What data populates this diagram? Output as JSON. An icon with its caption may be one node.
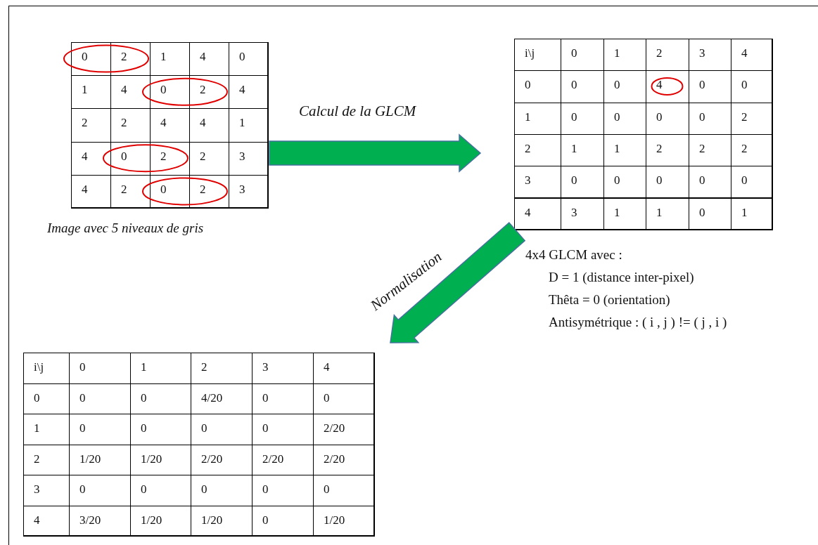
{
  "diagram": {
    "nodes": [
      {
        "text": [
          "0",
          "2",
          "1",
          "4",
          "0",
          "1",
          "4",
          "0",
          "2",
          "4",
          "2",
          "2",
          "4",
          "4",
          "1",
          "4",
          "0",
          "2",
          "2",
          "3",
          "4",
          "2",
          "0",
          "2",
          "3"
        ],
        "beside": [
          "Image avec 5 niveaux de gris"
        ]
      },
      {
        "text": [
          "i\\j",
          "0",
          "1",
          "2",
          "3",
          "4",
          "0",
          "0",
          "0",
          "4",
          "0",
          "0",
          "1",
          "0",
          "0",
          "0",
          "0",
          "2",
          "2",
          "1",
          "1",
          "2",
          "2",
          "2",
          "3",
          "0",
          "0",
          "0",
          "0",
          "0",
          "4",
          "3",
          "1",
          "1",
          "0",
          "1"
        ]
      },
      {
        "text": [
          "i\\j",
          "0",
          "1",
          "2",
          "3",
          "4",
          "0",
          "0",
          "0",
          "4/20",
          "0",
          "0",
          "1",
          "0",
          "0",
          "0",
          "0",
          "2/20",
          "2",
          "1/20",
          "1/20",
          "2/20",
          "2/20",
          "2/20",
          "3",
          "0",
          "0",
          "0",
          "0",
          "0",
          "4",
          "3/20",
          "1/20",
          "1/20",
          "0",
          "1/20"
        ]
      }
    ],
    "edges": [
      {
        "from": 0,
        "to": 1,
        "arrow": "to",
        "label": "Calcul de la GLCM",
        "color": "#00b050"
      },
      {
        "from": 1,
        "to": 2,
        "arrow": "to",
        "label": "Normalisation",
        "color": "#00b050"
      }
    ],
    "labels": [
      "4x4 GLCM avec :",
      "D = 1 (distance inter-pixel)",
      "Thêta = 0 (orientation)",
      "Antisymétrique : ( i , j ) != ( j , i )"
    ]
  }
}
